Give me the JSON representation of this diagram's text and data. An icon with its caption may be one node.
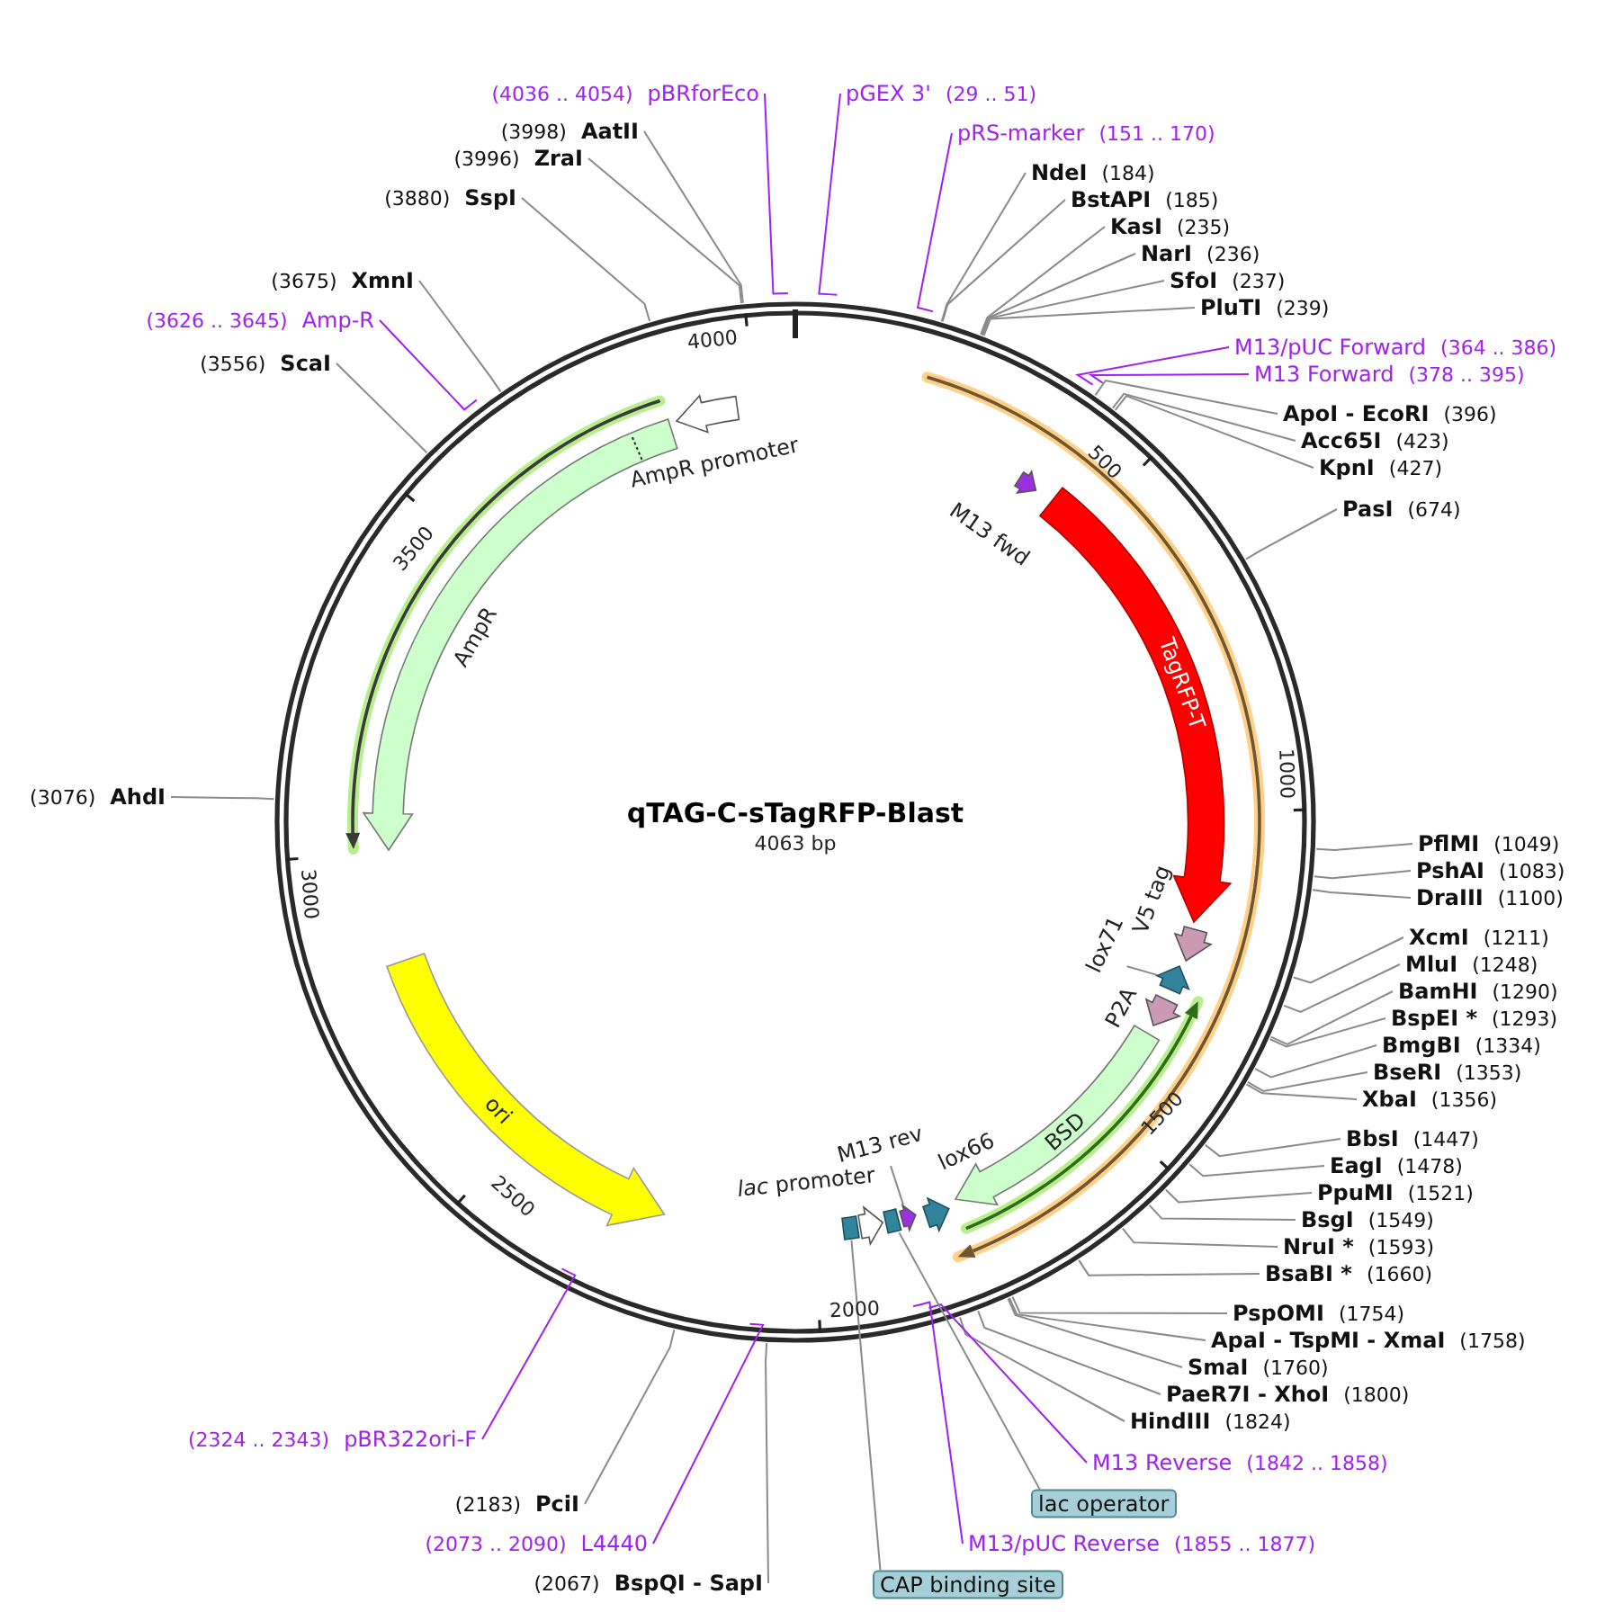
{
  "diagram": {
    "title": "qTAG-C-sTagRFP-Blast",
    "nodes": [
      {
        "text": [
          "pGEX 3'",
          "(29 .. 51)"
        ]
      },
      {
        "text": [
          "pRS-marker",
          "(151 .. 170)"
        ]
      },
      {
        "text": [
          "NdeI",
          "(184)"
        ]
      },
      {
        "text": [
          "BstAPI",
          "(185)"
        ]
      },
      {
        "text": [
          "KasI",
          "(235)"
        ]
      },
      {
        "text": [
          "NarI",
          "(236)"
        ]
      },
      {
        "text": [
          "SfoI",
          "(237)"
        ]
      },
      {
        "text": [
          "PluTI",
          "(239)"
        ]
      },
      {
        "text": [
          "M13/pUC Forward",
          "(364 .. 386)"
        ]
      },
      {
        "text": [
          "M13 Forward",
          "(378 .. 395)"
        ]
      },
      {
        "text": [
          "ApoI - EcoRI",
          "(396)"
        ]
      },
      {
        "text": [
          "Acc65I",
          "(423)"
        ]
      },
      {
        "text": [
          "KpnI",
          "(427)"
        ]
      },
      {
        "text": [
          "PasI",
          "(674)"
        ]
      },
      {
        "text": [
          "PflMI",
          "(1049)"
        ]
      },
      {
        "text": [
          "PshAI",
          "(1083)"
        ]
      },
      {
        "text": [
          "DraIII",
          "(1100)"
        ]
      },
      {
        "text": [
          "XcmI",
          "(1211)"
        ]
      },
      {
        "text": [
          "MluI",
          "(1248)"
        ]
      },
      {
        "text": [
          "BamHI",
          "(1290)"
        ]
      },
      {
        "text": [
          "BspEI *",
          "(1293)"
        ]
      },
      {
        "text": [
          "BmgBI",
          "(1334)"
        ]
      },
      {
        "text": [
          "BseRI",
          "(1353)"
        ]
      },
      {
        "text": [
          "XbaI",
          "(1356)"
        ]
      },
      {
        "text": [
          "BbsI",
          "(1447)"
        ]
      },
      {
        "text": [
          "EagI",
          "(1478)"
        ]
      },
      {
        "text": [
          "PpuMI",
          "(1521)"
        ]
      },
      {
        "text": [
          "BsgI",
          "(1549)"
        ]
      },
      {
        "text": [
          "NruI *",
          "(1593)"
        ]
      },
      {
        "text": [
          "BsaBI *",
          "(1660)"
        ]
      },
      {
        "text": [
          "PspOMI",
          "(1754)"
        ]
      },
      {
        "text": [
          "ApaI - TspMI - XmaI",
          "(1758)"
        ]
      },
      {
        "text": [
          "SmaI",
          "(1760)"
        ]
      },
      {
        "text": [
          "PaeR7I - XhoI",
          "(1800)"
        ]
      },
      {
        "text": [
          "HindIII",
          "(1824)"
        ]
      },
      {
        "text": [
          "M13 Reverse",
          "(1842 .. 1858)"
        ]
      },
      {
        "text": [
          "lac operator"
        ]
      },
      {
        "text": [
          "M13/pUC Reverse",
          "(1855 .. 1877)"
        ]
      },
      {
        "text": [
          "CAP binding site"
        ]
      },
      {
        "text": [
          "(2067)",
          "BspQI - SapI"
        ]
      },
      {
        "text": [
          "(2073 .. 2090)",
          "L4440"
        ]
      },
      {
        "text": [
          "(2183)",
          "PciI"
        ]
      },
      {
        "text": [
          "(2324 .. 2343)",
          "pBR322ori-F"
        ]
      },
      {
        "text": [
          "(3076)",
          "AhdI"
        ]
      },
      {
        "text": [
          "(3556)",
          "ScaI"
        ]
      },
      {
        "text": [
          "(3626 .. 3645)",
          "Amp-R"
        ]
      },
      {
        "text": [
          "(3675)",
          "XmnI"
        ]
      },
      {
        "text": [
          "(3880)",
          "SspI"
        ]
      },
      {
        "text": [
          "(3996)",
          "ZraI"
        ]
      },
      {
        "text": [
          "(3998)",
          "AatII"
        ]
      },
      {
        "text": [
          "(4036 .. 4054)",
          "pBRforEco"
        ]
      },
      {
        "text": [
          "AmpR promoter"
        ]
      },
      {
        "text": [
          "AmpR"
        ]
      },
      {
        "text": [
          "ori"
        ]
      },
      {
        "text": [
          "M13 fwd"
        ]
      },
      {
        "text": [
          "TagRFP-T"
        ]
      },
      {
        "text": [
          "V5 tag"
        ]
      },
      {
        "text": [
          "lox71"
        ]
      },
      {
        "text": [],
        "shape": "arrow"
      },
      {
        "text": [
          "P2A"
        ]
      },
      {
        "text": [
          "BSD"
        ]
      },
      {
        "text": [
          "lox66"
        ]
      },
      {
        "text": [
          "M13 rev"
        ]
      },
      {
        "text": [],
        "shape": "arrow"
      },
      {
        "text": [
          "*lac* promoter"
        ]
      },
      {
        "text": [],
        "shape": "box"
      },
      {
        "text": [],
        "shape": "box"
      }
    ],
    "edges": [
      {
        "from": 0,
        "to": null,
        "arrow": "none",
        "color": "#a020f0"
      },
      {
        "from": 1,
        "to": null,
        "arrow": "none",
        "color": "#a020f0"
      },
      {
        "from": 2,
        "to": null,
        "arrow": "none"
      },
      {
        "from": 3,
        "to": null,
        "arrow": "none"
      },
      {
        "from": 4,
        "to": null,
        "arrow": "none"
      },
      {
        "from": 5,
        "to": null,
        "arrow": "none"
      },
      {
        "from": 6,
        "to": null,
        "arrow": "none"
      },
      {
        "from": 7,
        "to": null,
        "arrow": "none"
      },
      {
        "from": 8,
        "to": null,
        "arrow": "none",
        "color": "#a020f0"
      },
      {
        "from": 9,
        "to": null,
        "arrow": "none",
        "color": "#a020f0"
      },
      {
        "from": 10,
        "to": null,
        "arrow": "none"
      },
      {
        "from": 11,
        "to": null,
        "arrow": "none"
      },
      {
        "from": 12,
        "to": null,
        "arrow": "none"
      },
      {
        "from": 13,
        "to": null,
        "arrow": "none"
      },
      {
        "from": 14,
        "to": null,
        "arrow": "none"
      },
      {
        "from": 15,
        "to": null,
        "arrow": "none"
      },
      {
        "from": 16,
        "to": null,
        "arrow": "none"
      },
      {
        "from": 17,
        "to": null,
        "arrow": "none"
      },
      {
        "from": 18,
        "to": null,
        "arrow": "none"
      },
      {
        "from": 19,
        "to": null,
        "arrow": "none"
      },
      {
        "from": 20,
        "to": null,
        "arrow": "none"
      },
      {
        "from": 21,
        "to": null,
        "arrow": "none"
      },
      {
        "from": 22,
        "to": null,
        "arrow": "none"
      },
      {
        "from": 23,
        "to": null,
        "arrow": "none"
      },
      {
        "from": 24,
        "to": null,
        "arrow": "none"
      },
      {
        "from": 25,
        "to": null,
        "arrow": "none"
      },
      {
        "from": 26,
        "to": null,
        "arrow": "none"
      },
      {
        "from": 27,
        "to": null,
        "arrow": "none"
      },
      {
        "from": 28,
        "to": null,
        "arrow": "none"
      },
      {
        "from": 29,
        "to": null,
        "arrow": "none"
      },
      {
        "from": 30,
        "to": null,
        "arrow": "none"
      },
      {
        "from": 31,
        "to": null,
        "arrow": "none"
      },
      {
        "from": 32,
        "to": null,
        "arrow": "none"
      },
      {
        "from": 33,
        "to": null,
        "arrow": "none"
      },
      {
        "from": 34,
        "to": null,
        "arrow": "none"
      },
      {
        "from": 35,
        "to": null,
        "arrow": "none",
        "color": "#a020f0"
      },
      {
        "from": 37,
        "to": null,
        "arrow": "none",
        "color": "#a020f0"
      },
      {
        "from": 39,
        "to": null,
        "arrow": "none"
      },
      {
        "from": 40,
        "to": null,
        "arrow": "none",
        "color": "#a020f0"
      },
      {
        "from": 41,
        "to": null,
        "arrow": "none"
      },
      {
        "from": 42,
        "to": null,
        "arrow": "none",
        "color": "#a020f0"
      },
      {
        "from": 43,
        "to": null,
        "arrow": "none"
      },
      {
        "from": 44,
        "to": null,
        "arrow": "none"
      },
      {
        "from": 45,
        "to": null,
        "arrow": "none",
        "color": "#a020f0"
      },
      {
        "from": 46,
        "to": null,
        "arrow": "none"
      },
      {
        "from": 47,
        "to": null,
        "arrow": "none"
      },
      {
        "from": 48,
        "to": null,
        "arrow": "none"
      },
      {
        "from": 49,
        "to": null,
        "arrow": "none"
      },
      {
        "from": 50,
        "to": null,
        "arrow": "none",
        "color": "#a020f0"
      },
      {
        "from": 36,
        "to": 66,
        "arrow": "none"
      },
      {
        "from": 38,
        "to": 65,
        "arrow": "none"
      },
      {
        "from": 57,
        "to": 58,
        "arrow": "none"
      },
      {
        "from": 62,
        "to": 63,
        "arrow": "none"
      }
    ],
    "labels": [
      "4000",
      "500",
      "1000",
      "1500",
      "2000",
      "2500",
      "3000",
      "3500",
      "4063 bp"
    ]
  }
}
